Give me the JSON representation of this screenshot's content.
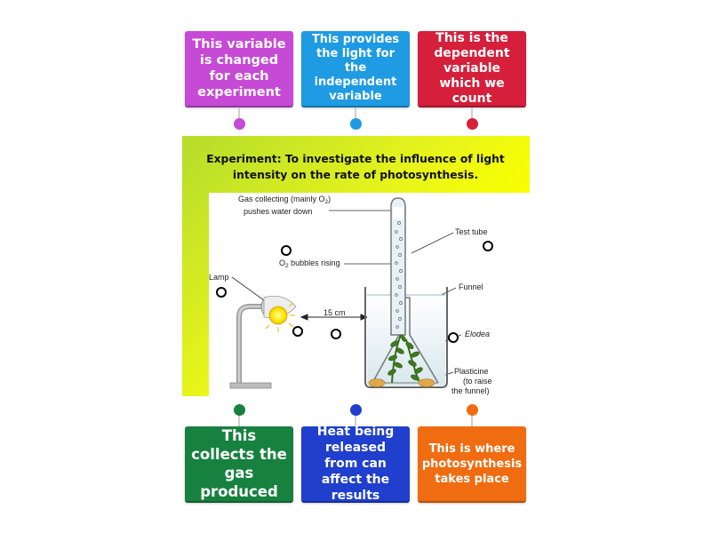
{
  "cards": {
    "top": [
      {
        "text": "This variable is changed for each experiment",
        "color": "#c64ad6"
      },
      {
        "text": "This provides the light for the independent variable",
        "color": "#1e9be2"
      },
      {
        "text": "This is the dependent variable which we count",
        "color": "#d51f3b"
      }
    ],
    "bottom": [
      {
        "text": "This collects the gas produced",
        "color": "#17813f"
      },
      {
        "text": "Heat being released from can affect the results",
        "color": "#1f3fcc"
      },
      {
        "text": "This is where photosynthesis takes place",
        "color": "#f06c10"
      }
    ]
  },
  "diagram": {
    "title_line1": "Experiment: To investigate the influence of light",
    "title_line2": "intensity on the rate of photosynthesis.",
    "labels": {
      "gas_collecting": "Gas collecting (mainly O",
      "gas_collecting_sub": "2",
      "gas_collecting_end": ")",
      "pushes_water": "pushes water down",
      "test_tube": "Test tube",
      "bubbles": "O",
      "bubbles_sub": "2",
      "bubbles_end": " bubbles rising",
      "lamp": "Lamp",
      "funnel": "Funnel",
      "distance": "15 cm",
      "elodea": "Elodea",
      "plasticine": "Plasticine",
      "plasticine2": "(to raise",
      "plasticine3": "the funnel)"
    }
  }
}
